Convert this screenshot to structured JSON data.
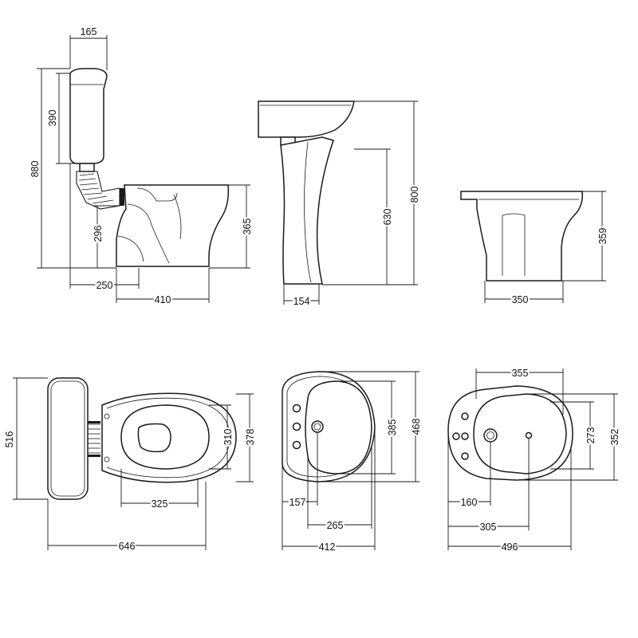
{
  "diagram": {
    "toilet_side": {
      "tank_width": "165",
      "tank_height": "390",
      "total_height": "880",
      "outlet_height": "296",
      "bowl_height": "365",
      "outlet_distance": "250",
      "bowl_length": "410"
    },
    "basin_side": {
      "pedestal_depth": "154",
      "rim_height": "630",
      "total_height": "800"
    },
    "bidet_side": {
      "height": "359",
      "depth": "350"
    },
    "toilet_top": {
      "tank_length": "516",
      "seat_inner_width": "310",
      "seat_outer_width": "378",
      "seat_inner_length": "325",
      "total_length": "646"
    },
    "basin_top": {
      "bowl_depth": "385",
      "total_depth": "468",
      "drain_offset": "157",
      "bowl_width": "265",
      "total_width": "412"
    },
    "bidet_top": {
      "inner_length": "355",
      "inner_width": "273",
      "outer_width": "352",
      "drain_offset": "160",
      "tap_distance": "305",
      "total_length": "496"
    }
  }
}
